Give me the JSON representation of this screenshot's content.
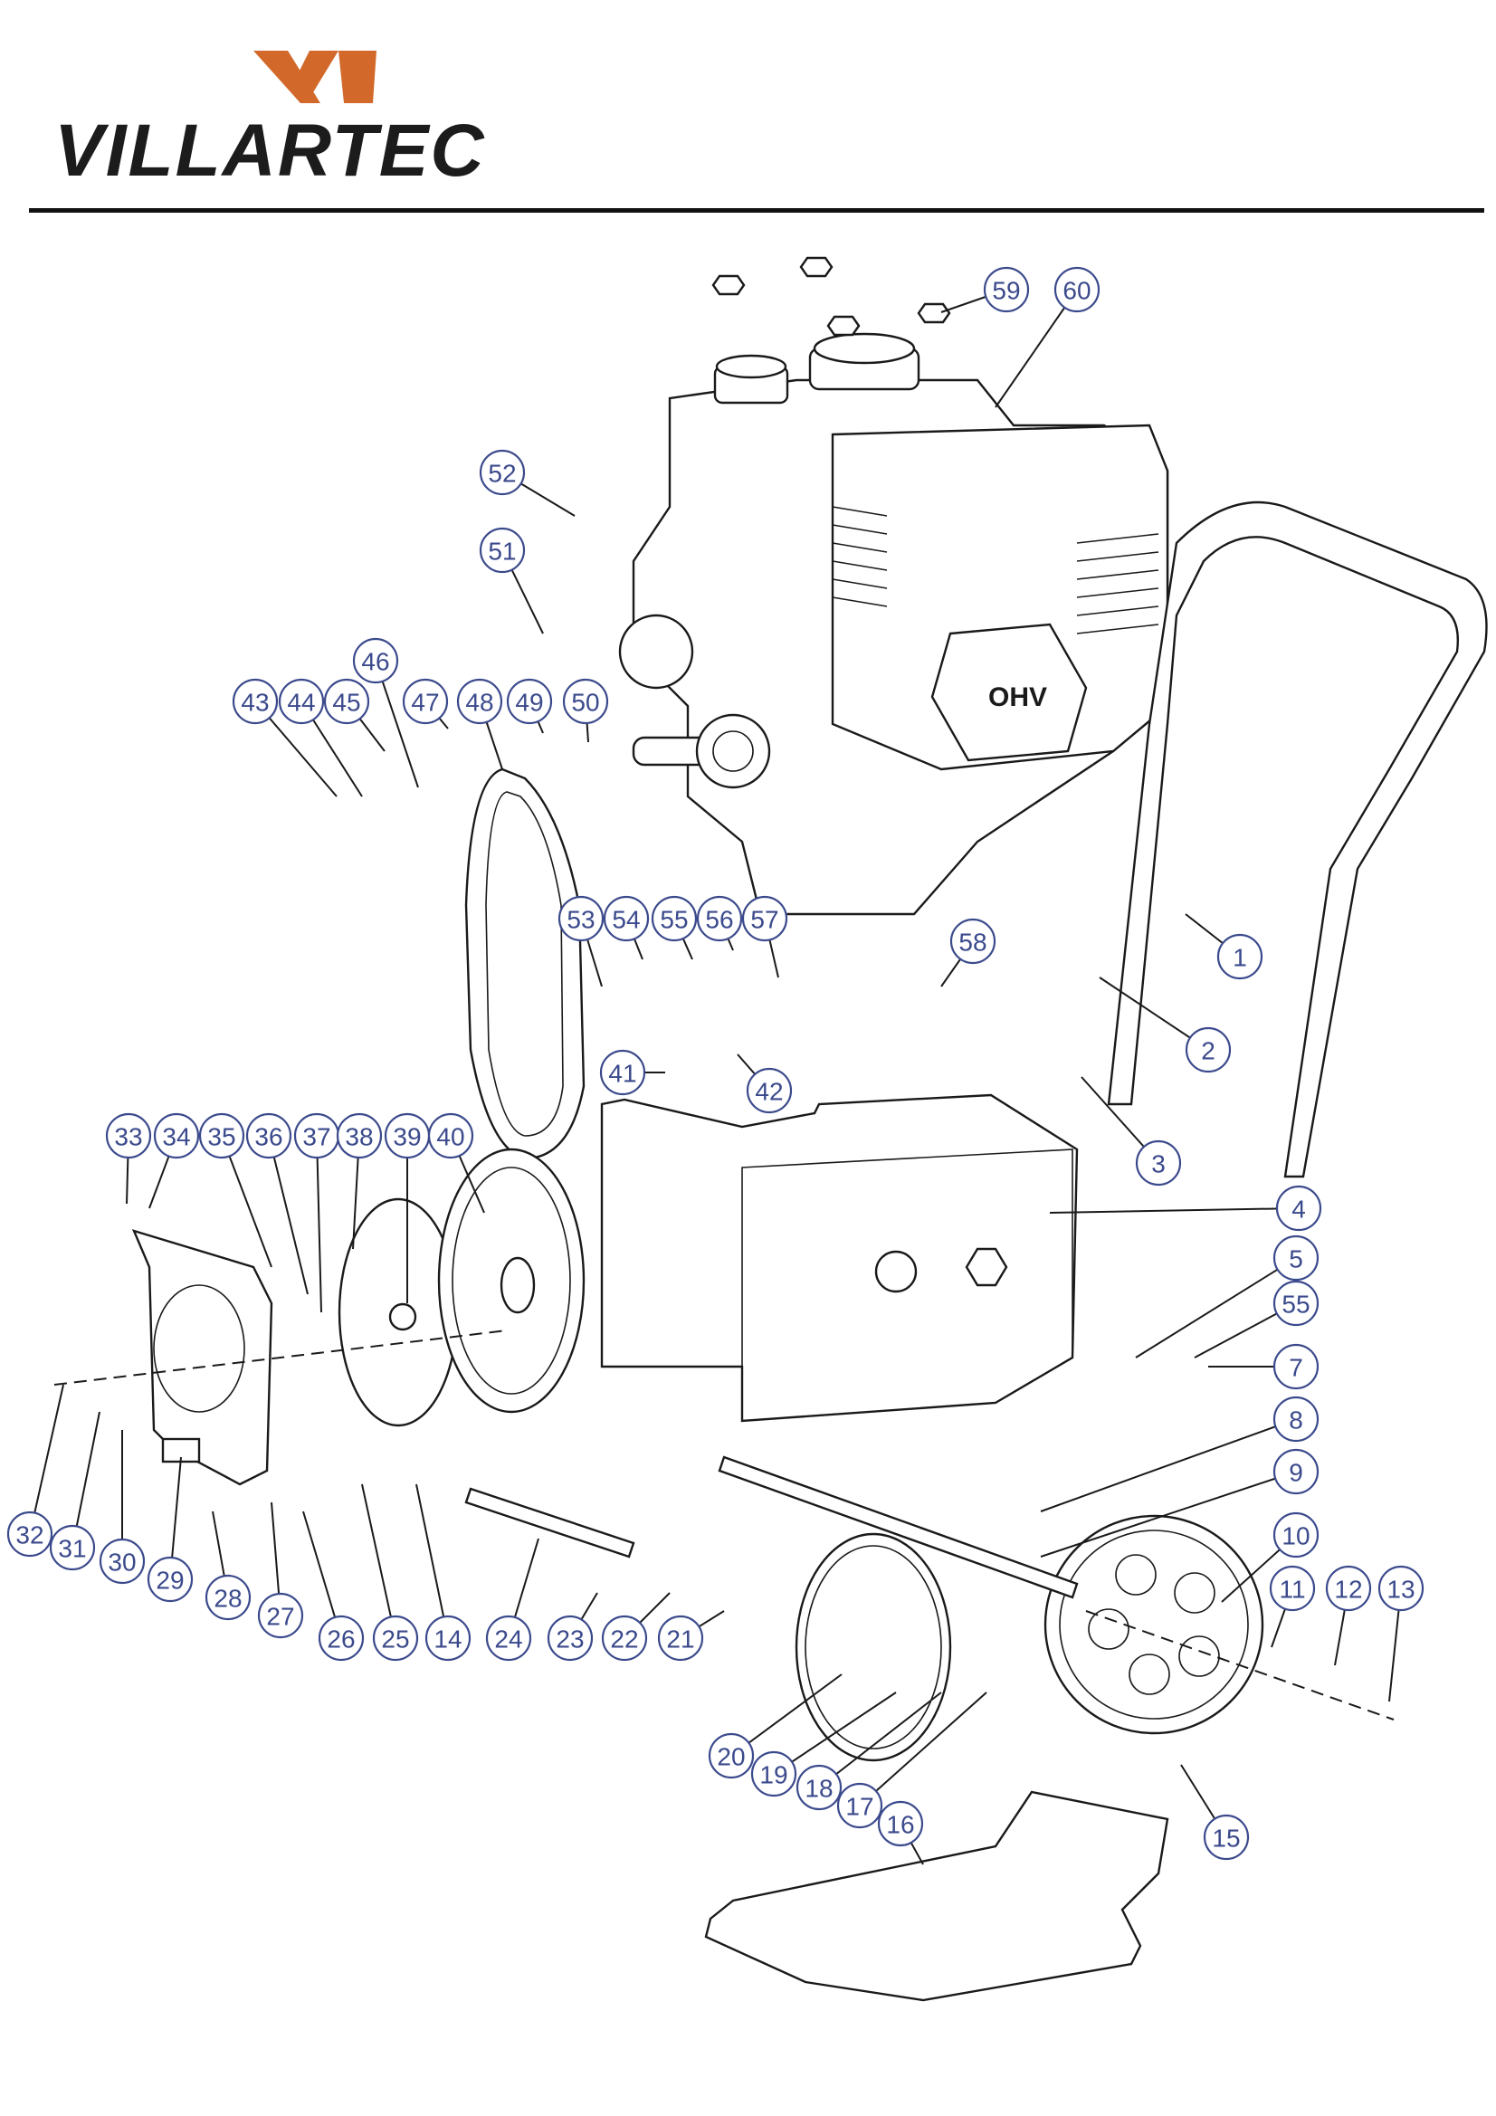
{
  "brand": {
    "name": "VILLARTEC",
    "accent_color": "#d2692a",
    "text_color": "#1c1c1c",
    "logo_icon": "chevron-mark-icon"
  },
  "diagram": {
    "callout_color": "#3b4a8c",
    "callouts": [
      {
        "id": "1"
      },
      {
        "id": "2"
      },
      {
        "id": "3"
      },
      {
        "id": "4"
      },
      {
        "id": "5"
      },
      {
        "id": "55b",
        "label": "55"
      },
      {
        "id": "7"
      },
      {
        "id": "8"
      },
      {
        "id": "9"
      },
      {
        "id": "10"
      },
      {
        "id": "11"
      },
      {
        "id": "12"
      },
      {
        "id": "13"
      },
      {
        "id": "14"
      },
      {
        "id": "15"
      },
      {
        "id": "16"
      },
      {
        "id": "17"
      },
      {
        "id": "18"
      },
      {
        "id": "19"
      },
      {
        "id": "20"
      },
      {
        "id": "21"
      },
      {
        "id": "22"
      },
      {
        "id": "23"
      },
      {
        "id": "24"
      },
      {
        "id": "25"
      },
      {
        "id": "26"
      },
      {
        "id": "27"
      },
      {
        "id": "28"
      },
      {
        "id": "29"
      },
      {
        "id": "30"
      },
      {
        "id": "31"
      },
      {
        "id": "32"
      },
      {
        "id": "33"
      },
      {
        "id": "34"
      },
      {
        "id": "35"
      },
      {
        "id": "36"
      },
      {
        "id": "37"
      },
      {
        "id": "38"
      },
      {
        "id": "39"
      },
      {
        "id": "40"
      },
      {
        "id": "41"
      },
      {
        "id": "42"
      },
      {
        "id": "43"
      },
      {
        "id": "44"
      },
      {
        "id": "45"
      },
      {
        "id": "46"
      },
      {
        "id": "47"
      },
      {
        "id": "48"
      },
      {
        "id": "49"
      },
      {
        "id": "50"
      },
      {
        "id": "51"
      },
      {
        "id": "52"
      },
      {
        "id": "53"
      },
      {
        "id": "54"
      },
      {
        "id": "55"
      },
      {
        "id": "56"
      },
      {
        "id": "57"
      },
      {
        "id": "58"
      },
      {
        "id": "59"
      },
      {
        "id": "60"
      }
    ],
    "engine_label": "OHV"
  }
}
